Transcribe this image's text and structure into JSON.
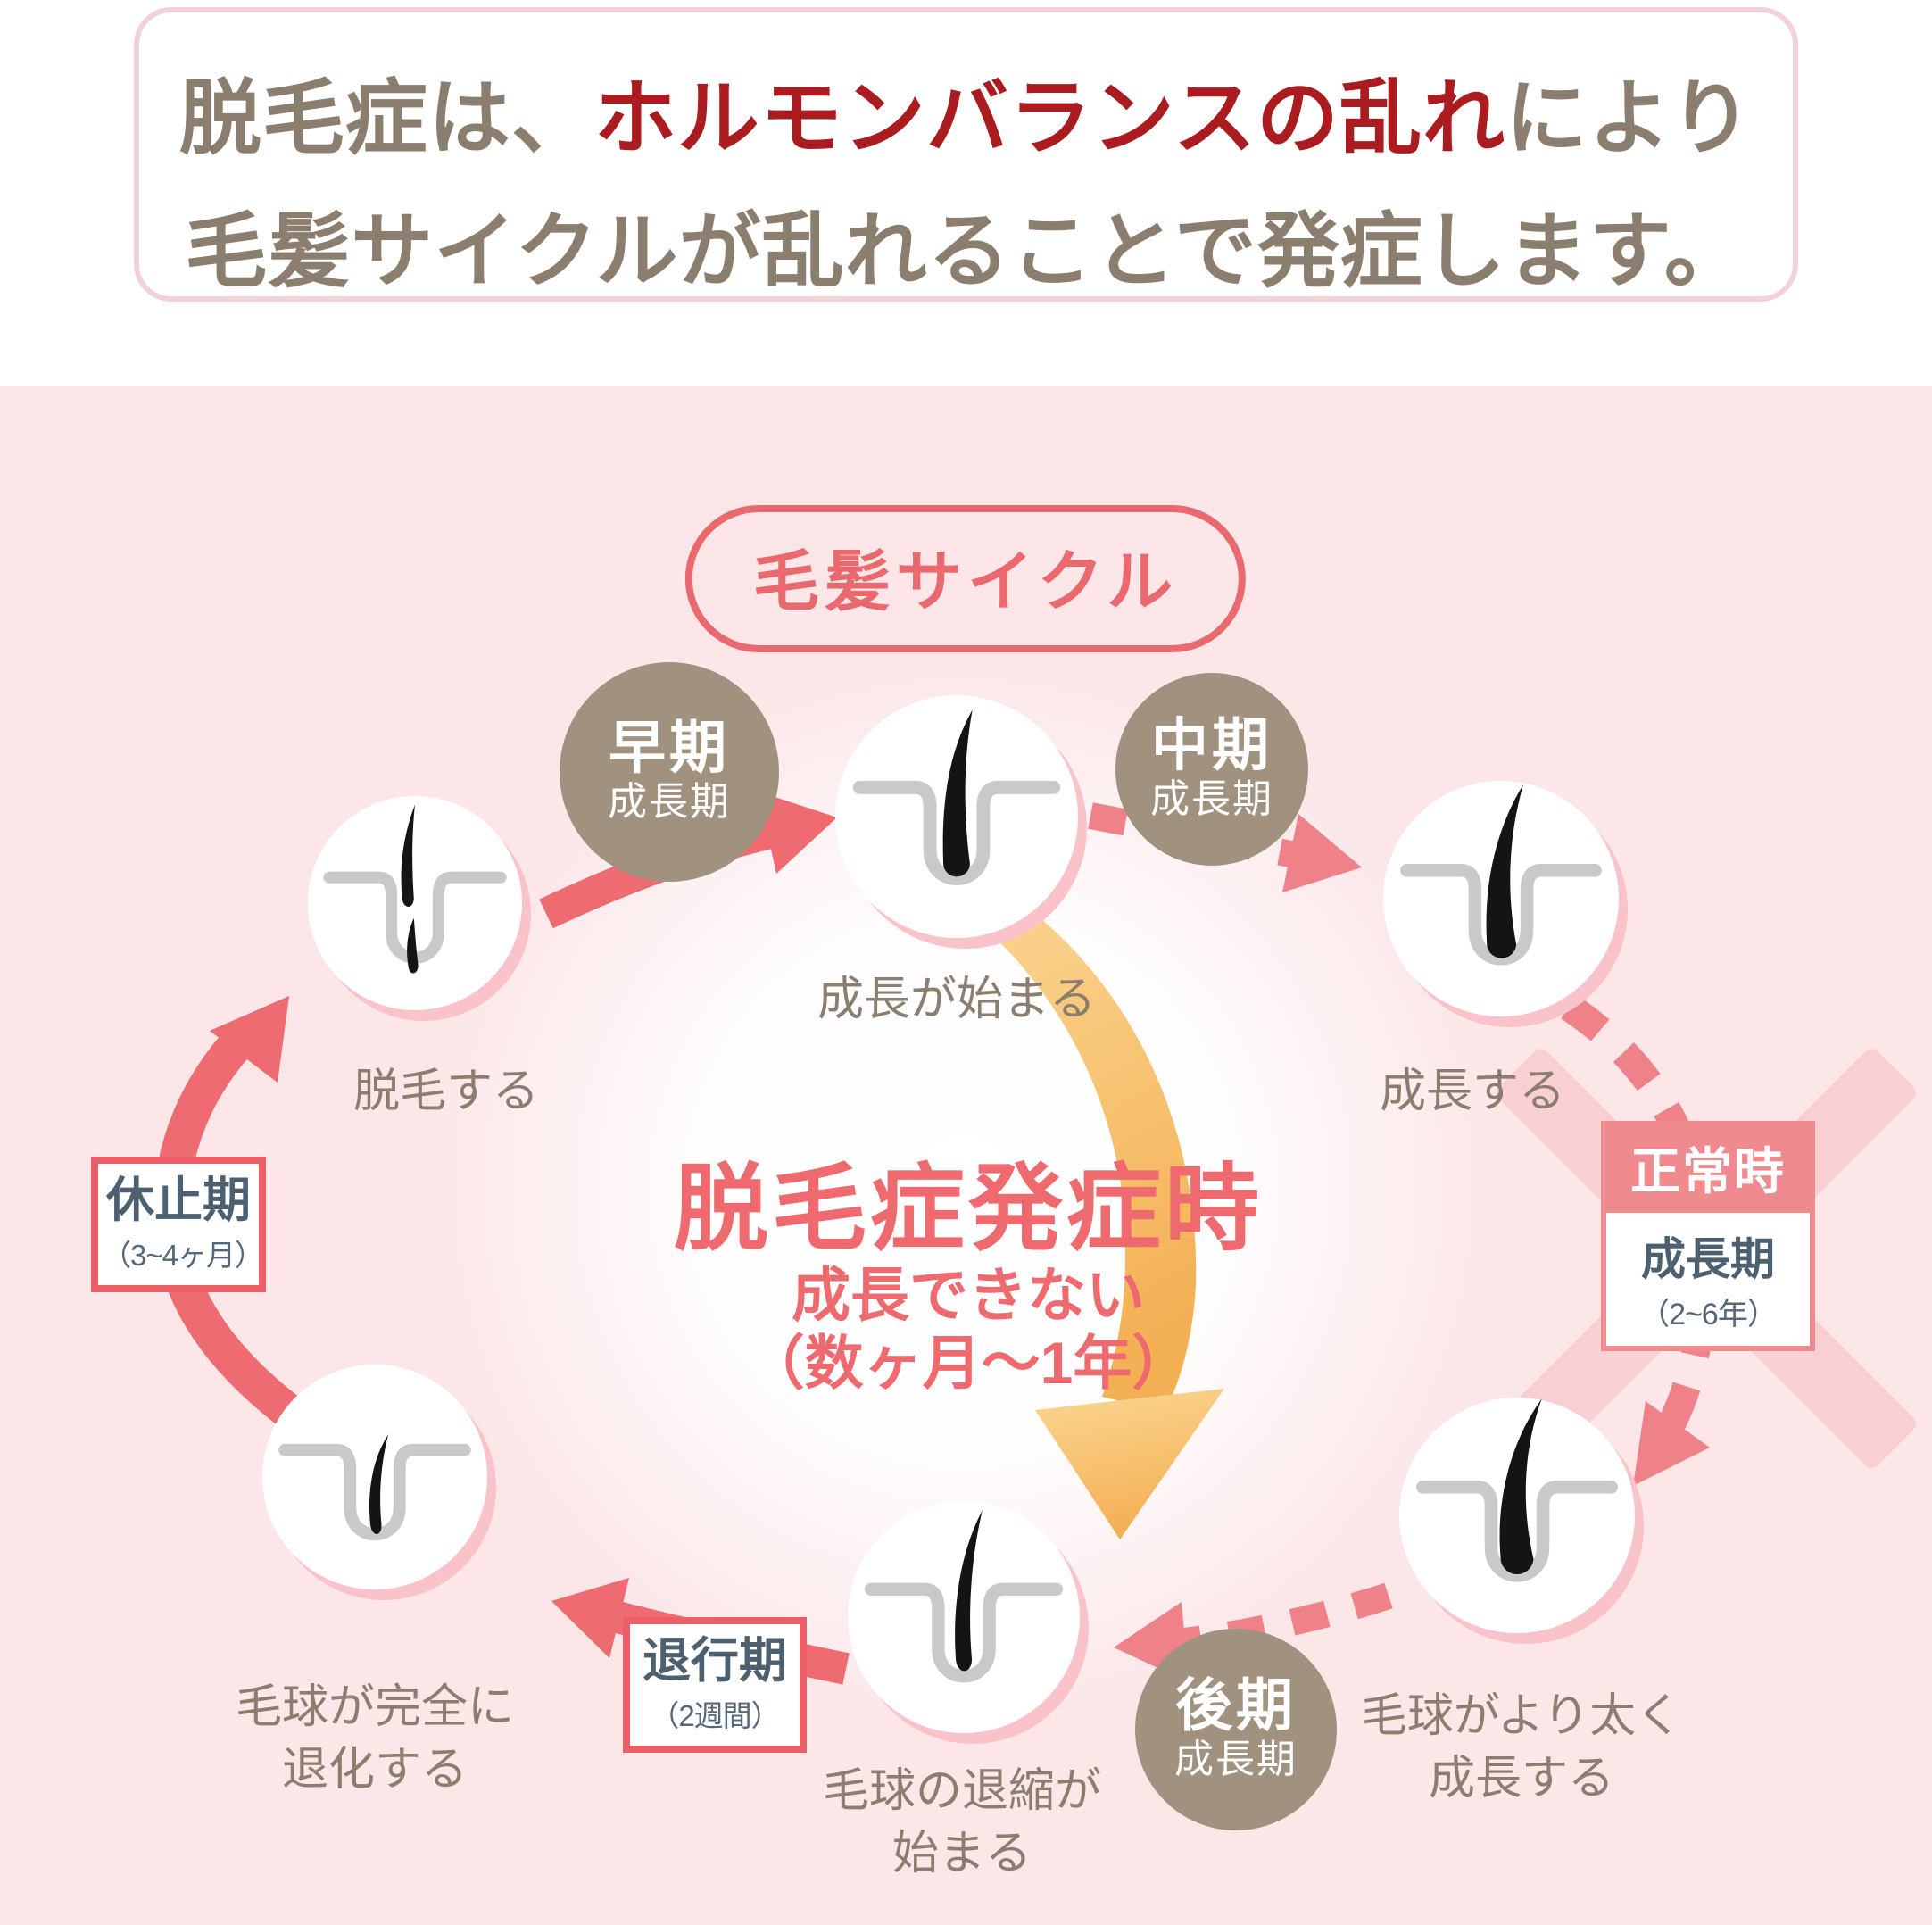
{
  "header": {
    "line1_prefix": "脱毛症は、",
    "line1_highlight": "ホルモンバランスの乱れ",
    "line1_suffix": "により",
    "line2": "毛髪サイクルが乱れることで発症します。"
  },
  "cycle": {
    "title": "毛髪サイクル",
    "badges": {
      "early": {
        "line1": "早期",
        "line2": "成長期"
      },
      "mid": {
        "line1": "中期",
        "line2": "成長期"
      },
      "late": {
        "line1": "後期",
        "line2": "成長期"
      }
    },
    "steps": {
      "shedding": {
        "label": "脱毛する"
      },
      "growth_begins": {
        "label": "成長が始まる"
      },
      "growing": {
        "label": "成長する"
      },
      "bulb_thickens": {
        "line1": "毛球がより太く",
        "line2": "成長する"
      },
      "bulb_regression": {
        "line1": "毛球の退縮が",
        "line2": "始まる"
      },
      "bulb_degenerates": {
        "line1": "毛球が完全に",
        "line2": "退化する"
      }
    },
    "phase_boxes": {
      "telogen": {
        "title": "休止期",
        "duration": "（3~4ヶ月）"
      },
      "catagen": {
        "title": "退行期",
        "duration": "（2週間）"
      }
    },
    "normal_label": {
      "header": "正常時",
      "phase": "成長期",
      "duration": "（2~6年）"
    },
    "center": {
      "title": "脱毛症発症時",
      "line1": "成長できない",
      "line2": "（数ヶ月～1年）"
    }
  },
  "colors": {
    "headline_brown": "#8c7e6e",
    "headline_red": "#ab1c20",
    "accent_red": "#ee6b71",
    "dashed_red": "#ef8288",
    "box_border_red": "#ed5f66",
    "salmon_header": "#ef8a8e",
    "slate_text": "#4d6070",
    "badge_brown": "#a19280",
    "pink_background": "#fce6e8",
    "cross_pink": "#f8cfd3",
    "orange_arrow": "#f4b055",
    "circle_shadow_pink": "#f9c3c9"
  }
}
